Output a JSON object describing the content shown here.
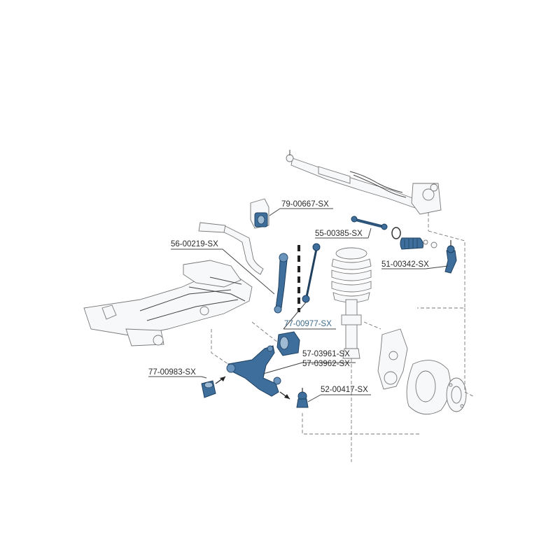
{
  "labels": {
    "stab_bushing": "79-00667-SX",
    "inner_tie_rod": "55-00385-SX",
    "stab_link_left": "56-00219-SX",
    "outer_tie_rod": "51-00342-SX",
    "stab_link_right": "77-00977-SX",
    "arm_bushing": "77-00983-SX",
    "control_arm_1": "57-03961-SX",
    "control_arm_2": "57-03962-SX",
    "ball_joint": "52-00417-SX"
  }
}
